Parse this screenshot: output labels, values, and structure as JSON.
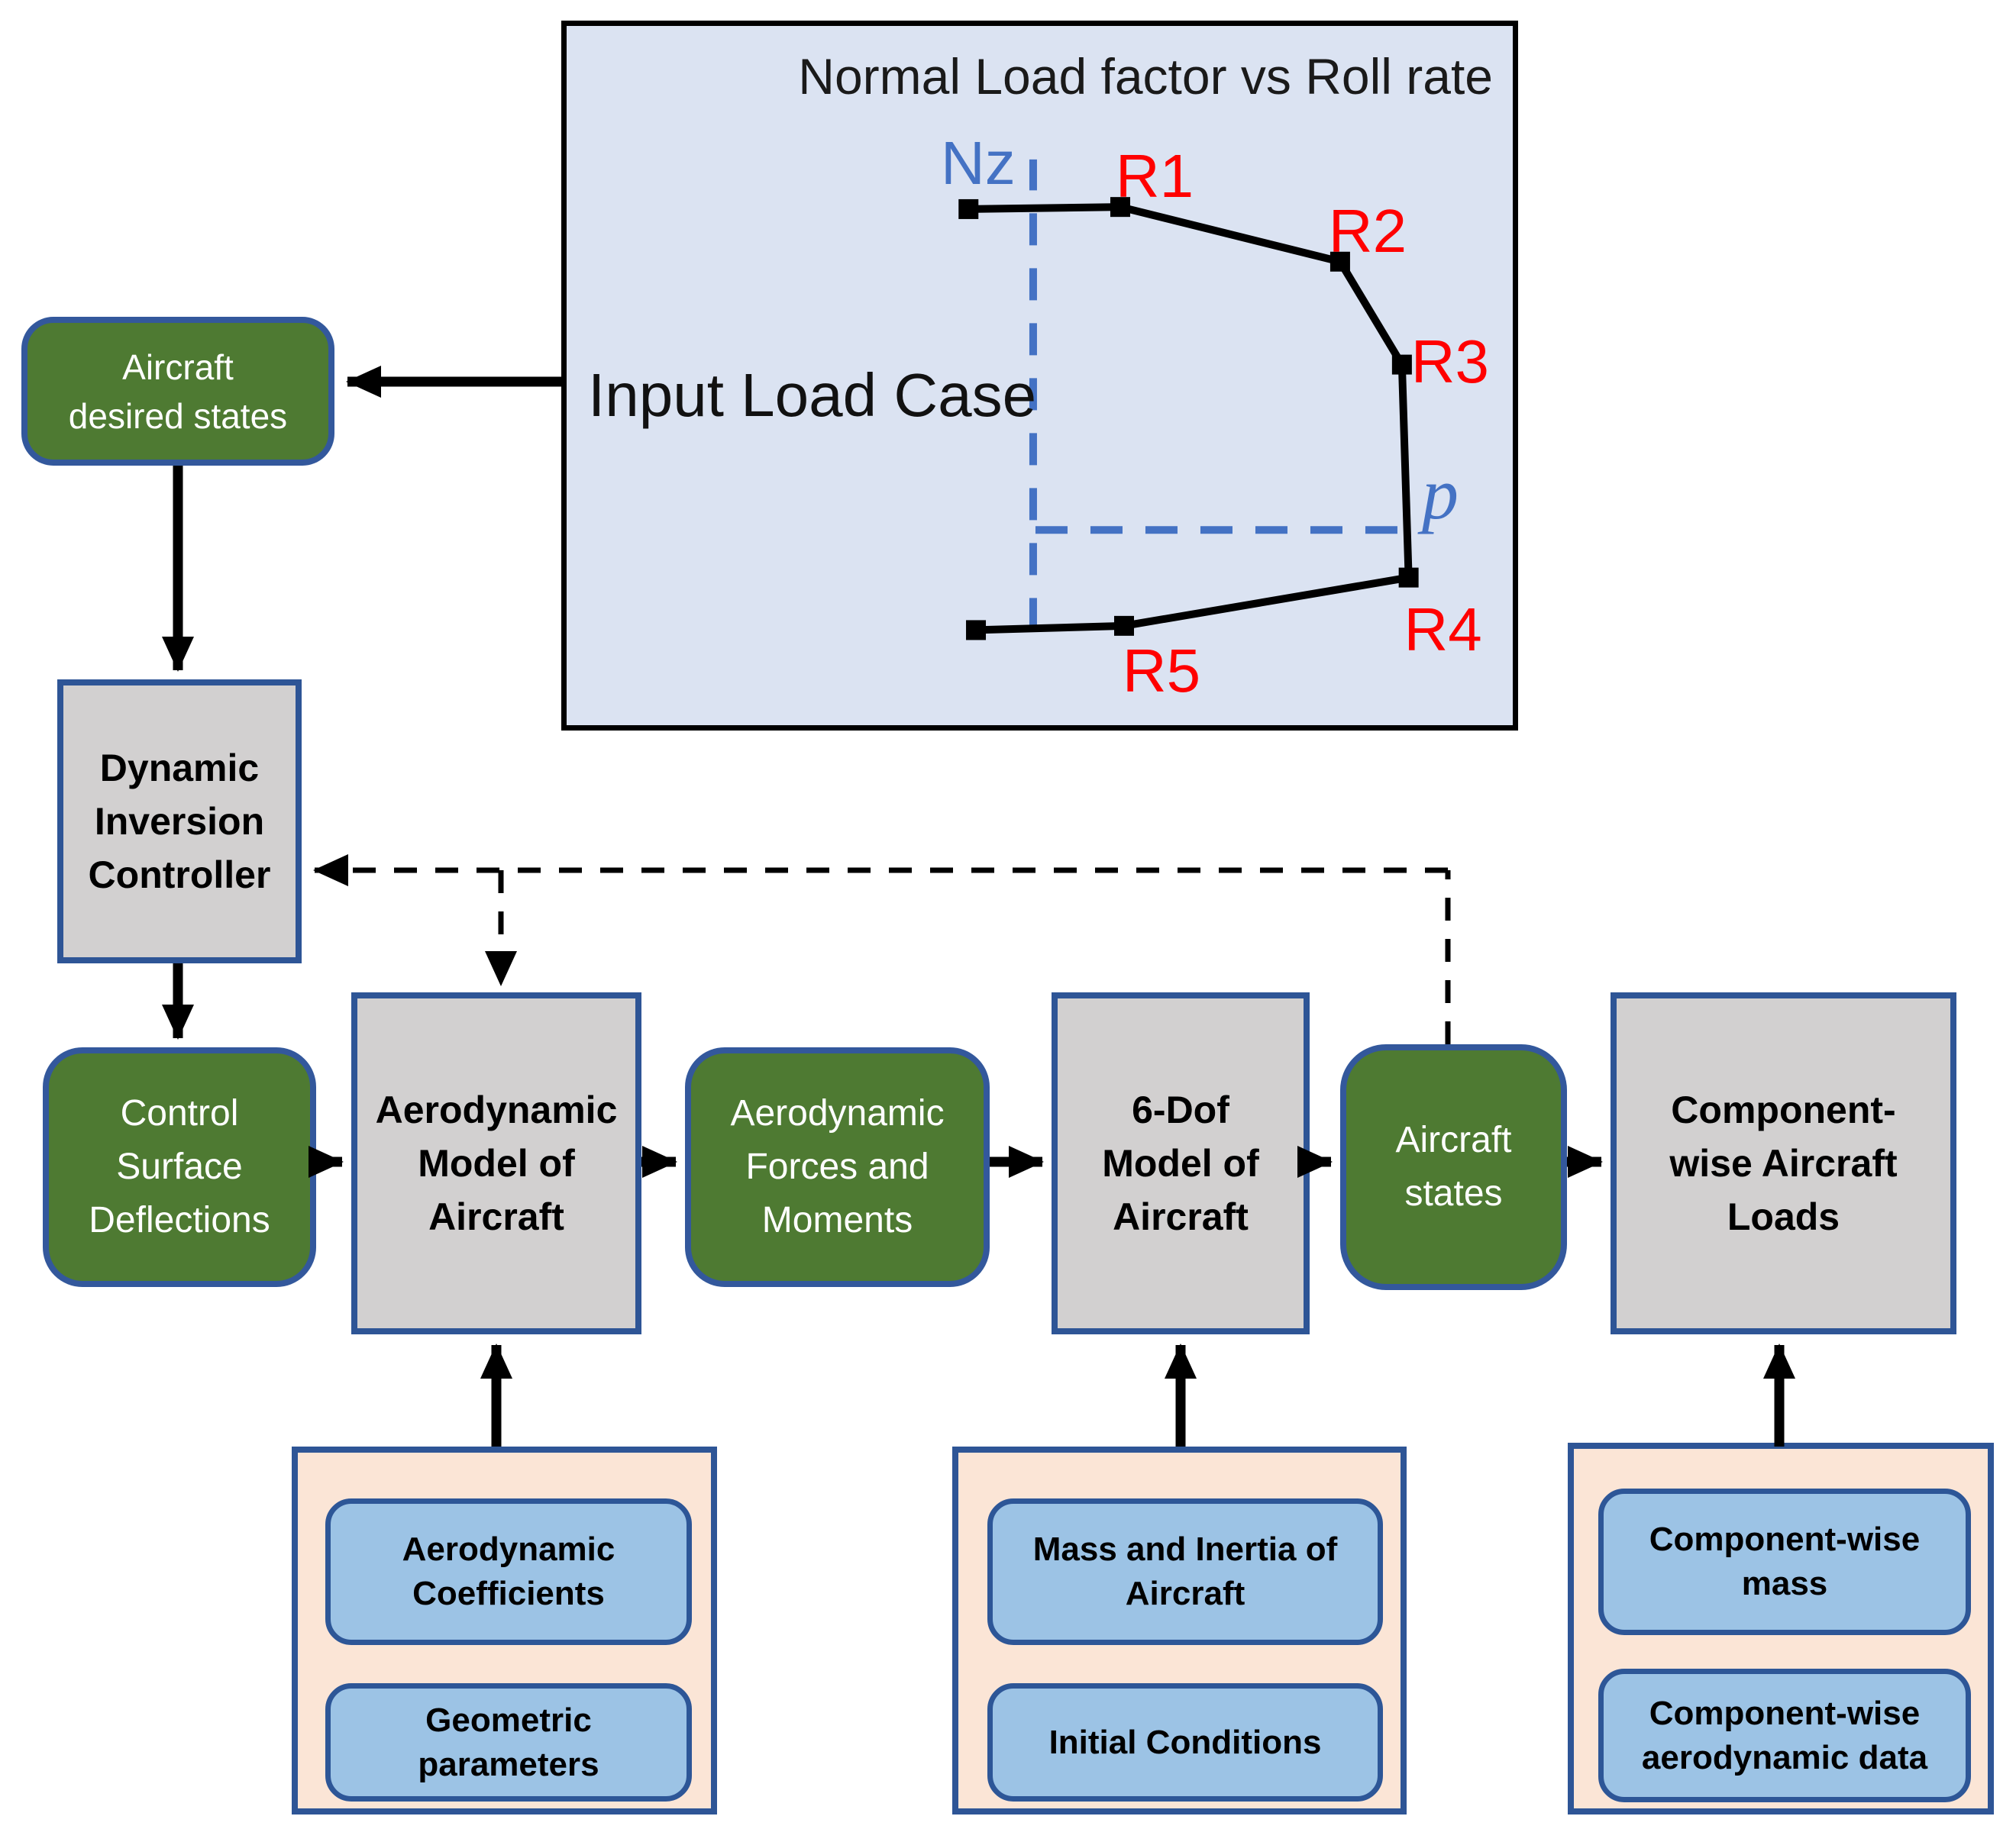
{
  "palette": {
    "node_green": "#4e7a32",
    "node_gray": "#d2d0d0",
    "border_blue": "#2e5596",
    "panel_blue_fill": "#dbe3f2",
    "container_peach": "#fbe5d6",
    "input_box_blue": "#9cc3e5",
    "axis_dashed_blue": "#4472c4",
    "point_label_red": "#ff0000",
    "line_black": "#000000"
  },
  "chart_panel": {
    "title": "Normal Load factor vs Roll rate",
    "input_case_label": "Input Load Case",
    "y_axis_label": "Nz",
    "x_axis_label": "p"
  },
  "chart_data": {
    "type": "line",
    "title": "Normal Load factor vs Roll rate",
    "xlabel": "p",
    "ylabel": "Nz",
    "legend": "none",
    "grid": false,
    "description": "Open polygonal flight envelope of normal load factor (Nz) vs roll rate (p); five labeled load-case corner points R1-R5 plus two unlabeled end points near the Nz axis; dashed blue axis lines; black square markers at each vertex. Coordinates are fractions of the plot area (fx right, fy up).",
    "axes": {
      "y_axis_fx": 0.4876,
      "y_axis_fy_range": [
        0.149,
        0.812
      ],
      "x_axis_fy": 0.29,
      "x_axis_fx_range": [
        0.49,
        0.874
      ]
    },
    "vertices": [
      {
        "label": "",
        "fx": 0.42,
        "fy": 0.742
      },
      {
        "label": "R1",
        "fx": 0.5786,
        "fy": 0.745
      },
      {
        "label": "R2",
        "fx": 0.8084,
        "fy": 0.668
      },
      {
        "label": "R3",
        "fx": 0.873,
        "fy": 0.523
      },
      {
        "label": "R4",
        "fx": 0.88,
        "fy": 0.223
      },
      {
        "label": "R5",
        "fx": 0.5826,
        "fy": 0.155
      },
      {
        "label": "",
        "fx": 0.4278,
        "fy": 0.149
      }
    ]
  },
  "nodes": {
    "ads": {
      "lines": [
        "Aircraft",
        "desired states"
      ]
    },
    "dic": {
      "lines": [
        "Dynamic",
        "Inversion",
        "Controller"
      ]
    },
    "csd": {
      "lines": [
        "Control",
        "Surface",
        "Deflections"
      ]
    },
    "ama": {
      "lines": [
        "Aerodynamic",
        "Model of",
        "Aircraft"
      ]
    },
    "afm": {
      "lines": [
        "Aerodynamic",
        "Forces and",
        "Moments"
      ]
    },
    "dof": {
      "lines": [
        "6-Dof",
        "Model of",
        "Aircraft"
      ]
    },
    "ast": {
      "lines": [
        "Aircraft",
        "states"
      ]
    },
    "cwl": {
      "lines": [
        "Component-",
        "wise Aircraft",
        "Loads"
      ]
    }
  },
  "inputs": {
    "aero": {
      "items": [
        {
          "lines": [
            "Aerodynamic",
            "Coefficients"
          ]
        },
        {
          "lines": [
            "Geometric",
            "parameters"
          ]
        }
      ]
    },
    "mass": {
      "items": [
        {
          "lines": [
            "Mass and Inertia of",
            "Aircraft"
          ]
        },
        {
          "lines": [
            "Initial Conditions"
          ]
        }
      ]
    },
    "comp": {
      "items": [
        {
          "lines": [
            "Component-wise",
            "mass"
          ]
        },
        {
          "lines": [
            "Component-wise",
            "aerodynamic data"
          ]
        }
      ]
    }
  }
}
